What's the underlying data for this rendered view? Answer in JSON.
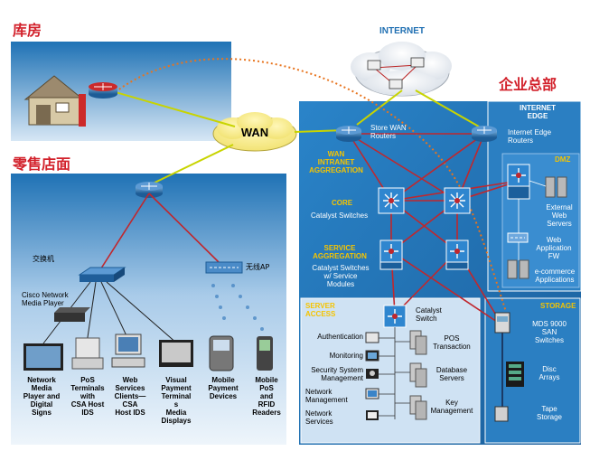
{
  "titles": {
    "warehouse": "库房",
    "hq": "企业总部",
    "retail": "零售店面",
    "internet": "INTERNET",
    "wan": "WAN"
  },
  "hq": {
    "store_wan_routers": "Store WAN\nRouters",
    "internet_edge_title": "INTERNET\nEDGE",
    "internet_edge_routers": "Internet Edge\nRouters",
    "dmz": "DMZ",
    "wan_intranet_aggregation": "WAN\nINTRANET\nAGGREGATION",
    "core_title": "CORE",
    "core_sub": "Catalyst Switches",
    "service_aggregation_title": "SERVICE\nAGGREGATION",
    "service_aggregation_sub": "Catalyst Switches\nw/ Service\nModules",
    "external_web_servers": "External\nWeb\nServers",
    "web_app_fw": "Web\nApplication\nFW",
    "ecommerce_apps": "e-commerce\nApplications",
    "server_access_title": "SERVER\nACCESS",
    "catalyst_switch": "Catalyst\nSwitch",
    "left_items": [
      "Authentication",
      "Monitoring",
      "Security System\nManagement",
      "Network\nManagement",
      "Network\nServices"
    ],
    "right_items": [
      "POS\nTransaction",
      "Database\nServers",
      "Key\nManagement"
    ],
    "storage_title": "STORAGE",
    "mds_switches": "MDS 9000\nSAN\nSwitches",
    "disc_arrays": "Disc\nArrays",
    "tape_storage": "Tape\nStorage"
  },
  "retail": {
    "switch_label": "交换机",
    "wireless_ap": "无线AP",
    "cisco_media_player": "Cisco Network\nMedia Player",
    "devices": [
      "Network\nMedia\nPlayer and\nDigital\nSigns",
      "PoS\nTerminals\nwith\nCSA Host\nIDS",
      "Web\nServices\nClients—\nCSA\nHost IDS",
      "Visual\nPayment\nTerminal\ns\nMedia\nDisplays",
      "Mobile\nPayment\nDevices",
      "Mobile\nPoS\nand\nRFID\nReaders"
    ]
  },
  "colors": {
    "panel_blue": "#1e74b8",
    "panel_light": "#cfe2f3",
    "red_link": "#c0272d",
    "yellow_link": "#c8d400",
    "orange_dotted": "#e8741e",
    "title_red": "#d2202a"
  },
  "icons": [
    "router-icon",
    "catalyst-switch-icon",
    "server-icon",
    "storage-icon",
    "pc-icon",
    "ap-icon"
  ]
}
